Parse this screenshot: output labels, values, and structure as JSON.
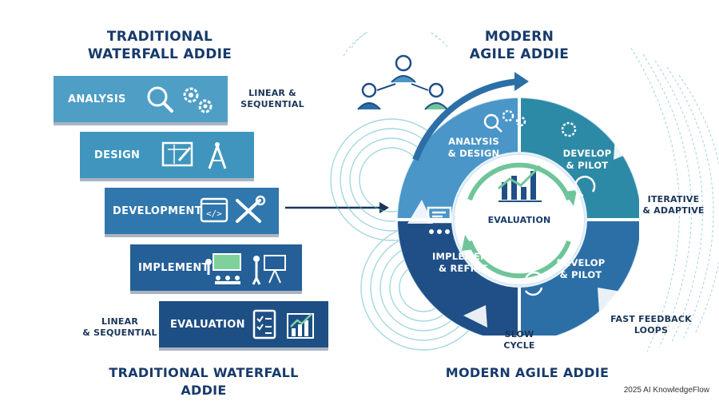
{
  "left": {
    "title_line1": "TRADITIONAL",
    "title_line2": "WATERFALL ADDIE",
    "bottom_title": "TRADITIONAL WATERFALL ADDIE",
    "steps": [
      "ANALYSIS",
      "DESIGN",
      "DEVELOPMENT",
      "IMPLEMENT",
      "EVALUATION"
    ],
    "note_top": [
      "LINEAR &",
      "SEQUENTIAL"
    ],
    "note_bottom": [
      "LINEAR",
      "& SEQUENTIAL"
    ]
  },
  "right": {
    "title_line1": "MODERN",
    "title_line2": "AGILE ADDIE",
    "bottom_title": "MODERN AGILE ADDIE",
    "segments": {
      "analysis": [
        "ANALYSIS",
        "& DESIGN"
      ],
      "develop_top": [
        "DEVELOP",
        "& PILOT"
      ],
      "develop_bottom": [
        "DEVELOP",
        "& PILOT"
      ],
      "implement": [
        "IMPLEMENT",
        "& REFINE"
      ]
    },
    "center": "EVALUATION",
    "note_iterative": [
      "ITERATIVE",
      "& ADAPTIVE"
    ],
    "note_feedback": [
      "FAST FEEDBACK",
      "LOOPS"
    ],
    "note_slow": [
      "SLOW",
      "CYCLE"
    ]
  },
  "footer": "2025 AI KnowledgeFlow",
  "colors": {
    "step1": "#4f9ec6",
    "step2": "#3f95bd",
    "step3": "#2f77ad",
    "step4": "#245f97",
    "step5": "#1e4f84",
    "ring_light": "#4a96c8",
    "ring_teal": "#2d8aa6",
    "ring_mid": "#2c6fa6",
    "ring_dark": "#1f4f86",
    "accent_green": "#6fc59a"
  }
}
